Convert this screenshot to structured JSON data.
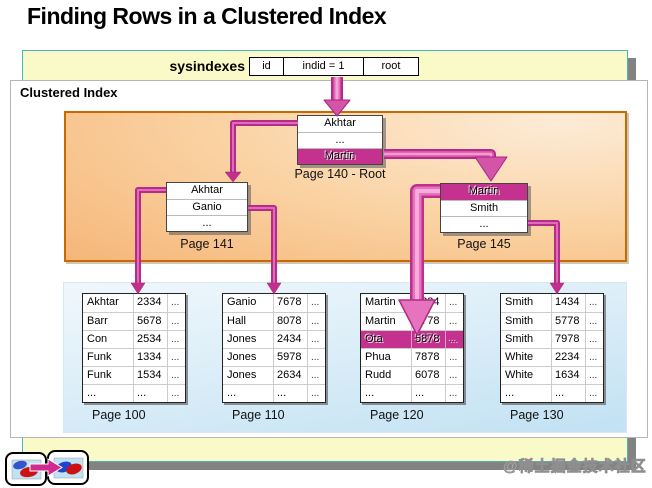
{
  "title": "Finding Rows in a Clustered Index",
  "sysindexes": {
    "label": "sysindexes",
    "cells": [
      "id",
      "indid = 1",
      "root"
    ]
  },
  "clustered_index": {
    "label": "Clustered Index",
    "root_page": {
      "label": "Page 140 - Root",
      "rows": [
        "Akhtar",
        "...",
        "Martin"
      ],
      "highlighted_row": "Martin"
    },
    "page_141": {
      "label": "Page 141",
      "rows": [
        "Akhtar",
        "Ganio",
        "..."
      ]
    },
    "page_145": {
      "label": "Page 145",
      "rows": [
        "Martin",
        "Smith",
        "..."
      ],
      "highlighted_row": "Martin"
    },
    "leaf_pages": [
      {
        "label": "Page 100",
        "rows": [
          [
            "Akhtar",
            "2334",
            "..."
          ],
          [
            "Barr",
            "5678",
            "..."
          ],
          [
            "Con",
            "2534",
            "..."
          ],
          [
            "Funk",
            "1334",
            "..."
          ],
          [
            "Funk",
            "1534",
            "..."
          ],
          [
            "...",
            "...",
            "..."
          ]
        ]
      },
      {
        "label": "Page 110",
        "rows": [
          [
            "Ganio",
            "7678",
            "..."
          ],
          [
            "Hall",
            "8078",
            "..."
          ],
          [
            "Jones",
            "2434",
            "..."
          ],
          [
            "Jones",
            "5978",
            "..."
          ],
          [
            "Jones",
            "2634",
            "..."
          ],
          [
            "...",
            "...",
            "..."
          ]
        ]
      },
      {
        "label": "Page 120",
        "rows": [
          [
            "Martin",
            "1234",
            "..."
          ],
          [
            "Martin",
            "6778",
            "..."
          ],
          [
            "Ota",
            "5878",
            "..."
          ],
          [
            "Phua",
            "7878",
            "..."
          ],
          [
            "Rudd",
            "6078",
            "..."
          ],
          [
            "...",
            "...",
            "..."
          ]
        ],
        "highlighted_row": "Ota"
      },
      {
        "label": "Page 130",
        "rows": [
          [
            "Smith",
            "1434",
            "..."
          ],
          [
            "Smith",
            "5778",
            "..."
          ],
          [
            "Smith",
            "7978",
            "..."
          ],
          [
            "White",
            "2234",
            "..."
          ],
          [
            "White",
            "1634",
            "..."
          ],
          [
            "...",
            "...",
            "..."
          ]
        ]
      }
    ]
  },
  "watermark": "@稀土掘金技术社区",
  "colors": {
    "accent_magenta": "#C5318F",
    "arrow_dark": "#B52B8B",
    "arrow_light": "#F5A3D6",
    "orange_border": "#C96A00",
    "orange_fill": "#F5B171",
    "yellow_bg": "#FAFAC8",
    "teal_border": "#45B8B8",
    "blue_panel": "#C2E1F3"
  }
}
